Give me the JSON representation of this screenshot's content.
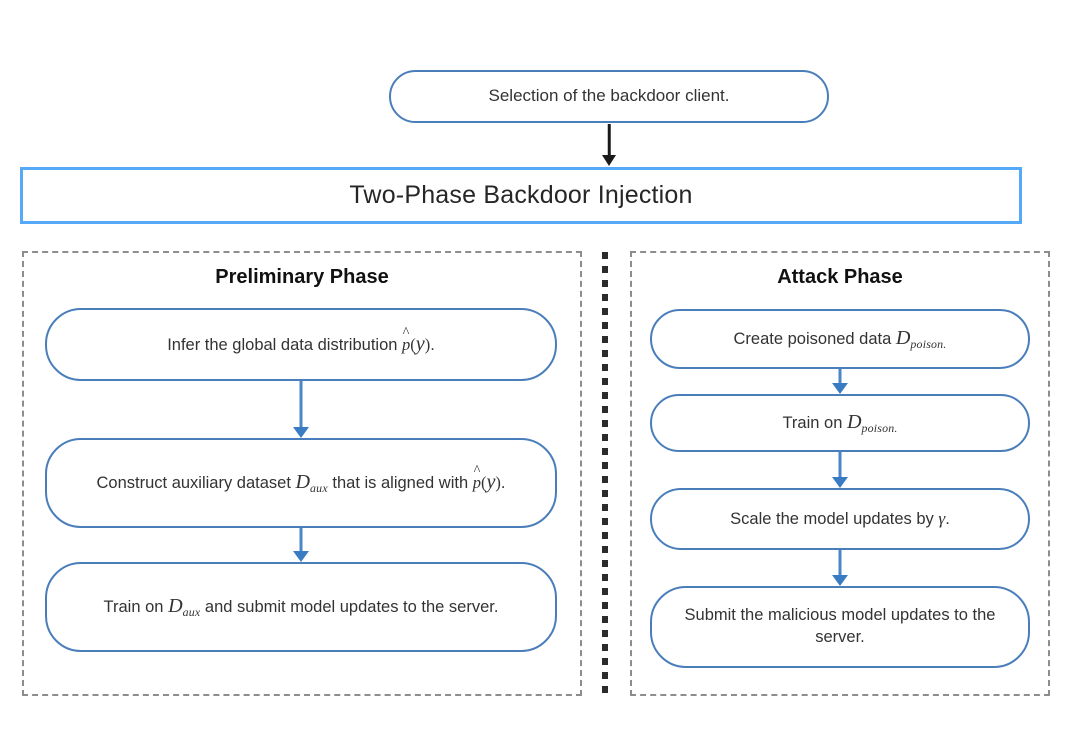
{
  "diagram": {
    "title": "Two-Phase Backdoor Injection",
    "colors": {
      "node_border": "#4a7ebb",
      "banner_border": "#54aaf8",
      "arrow_blue": "#4a86c8",
      "arrow_black": "#1a1a1a",
      "panel_dash": "#8d8d8d",
      "divider": "#2b2b2b",
      "background": "#ffffff"
    },
    "top_node": {
      "label": "Selection of the backdoor client."
    },
    "banner": {
      "label": "Two-Phase Backdoor Injection"
    },
    "left_panel": {
      "title": "Preliminary Phase",
      "nodes": [
        {
          "id": "infer-distribution",
          "parts": [
            {
              "type": "text",
              "value": "Infer the global data distribution "
            },
            {
              "type": "phat",
              "value": "p"
            },
            {
              "type": "paren",
              "value": "("
            },
            {
              "type": "var",
              "value": "y"
            },
            {
              "type": "paren",
              "value": ")"
            },
            {
              "type": "text",
              "value": "."
            }
          ],
          "plain": "Infer the global data distribution p̂(y)."
        },
        {
          "id": "construct-aux-dataset",
          "parts": [
            {
              "type": "text",
              "value": "Construct auxiliary dataset "
            },
            {
              "type": "var",
              "value": "D"
            },
            {
              "type": "sub",
              "value": "aux"
            },
            {
              "type": "text",
              "value": " that is aligned with "
            },
            {
              "type": "phat",
              "value": "p"
            },
            {
              "type": "paren",
              "value": "("
            },
            {
              "type": "var",
              "value": "y"
            },
            {
              "type": "paren",
              "value": ")"
            },
            {
              "type": "text",
              "value": "."
            }
          ],
          "plain": "Construct auxiliary dataset D_aux that is aligned with p̂(y)."
        },
        {
          "id": "train-aux-submit",
          "parts": [
            {
              "type": "text",
              "value": "Train on "
            },
            {
              "type": "var",
              "value": "D"
            },
            {
              "type": "sub",
              "value": "aux"
            },
            {
              "type": "text",
              "value": " and submit model updates to the server."
            }
          ],
          "plain": "Train on D_aux and submit model updates to the server."
        }
      ]
    },
    "right_panel": {
      "title": "Attack Phase",
      "nodes": [
        {
          "id": "create-poisoned-data",
          "parts": [
            {
              "type": "text",
              "value": "Create poisoned data "
            },
            {
              "type": "var",
              "value": "D"
            },
            {
              "type": "sub",
              "value": "poison."
            }
          ],
          "plain": "Create poisoned data D_poison."
        },
        {
          "id": "train-poison",
          "parts": [
            {
              "type": "text",
              "value": "Train on "
            },
            {
              "type": "var",
              "value": "D"
            },
            {
              "type": "sub",
              "value": "poison."
            }
          ],
          "plain": "Train on D_poison."
        },
        {
          "id": "scale-model-updates",
          "parts": [
            {
              "type": "text",
              "value": "Scale the model updates by "
            },
            {
              "type": "gamma",
              "value": "γ"
            },
            {
              "type": "text",
              "value": "."
            }
          ],
          "plain": "Scale the model updates by γ."
        },
        {
          "id": "submit-malicious-updates",
          "parts": [
            {
              "type": "text",
              "value": "Submit the malicious model updates to the server."
            }
          ],
          "plain": "Submit the malicious model updates to the server."
        }
      ]
    }
  }
}
